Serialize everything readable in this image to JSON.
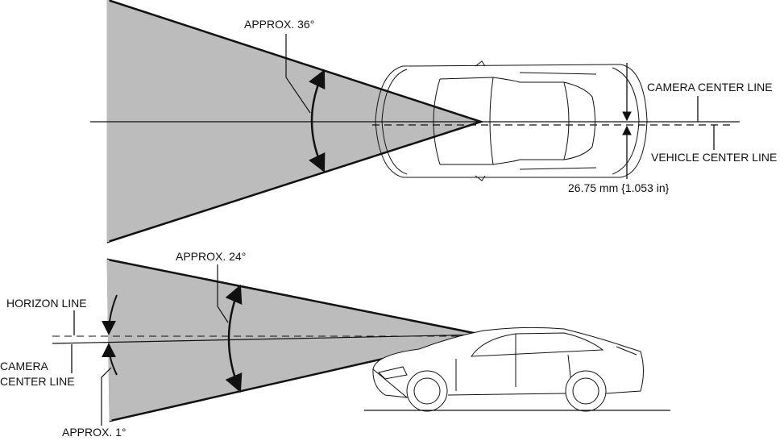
{
  "top_view": {
    "angle_label": "APPROX. 36°",
    "camera_center_line": "CAMERA CENTER LINE",
    "vehicle_center_line": "VEHICLE CENTER LINE",
    "offset_label": "26.75 mm {1.053 in}"
  },
  "side_view": {
    "angle_label": "APPROX. 24°",
    "horizon_line": "HORIZON LINE",
    "camera_center_line_1": "CAMERA",
    "camera_center_line_2": "CENTER LINE",
    "tilt_label": "APPROX. 1°"
  },
  "colors": {
    "cone_fill": "#bcbcbc",
    "line": "#111111"
  }
}
